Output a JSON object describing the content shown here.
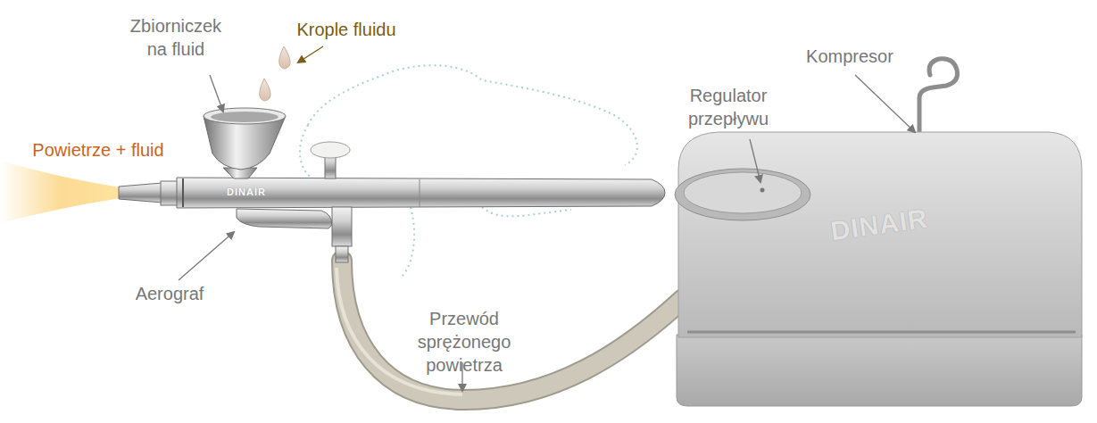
{
  "diagram": {
    "labels": [
      "Zbiorniczek na fluid",
      "Krople fluidu",
      "Kompresor",
      "Regulator przepływu",
      "Powietrze + fluid",
      "Aerograf",
      "Przewód sprężonego powietrza",
      "DINAIR",
      "DINAIR"
    ]
  }
}
